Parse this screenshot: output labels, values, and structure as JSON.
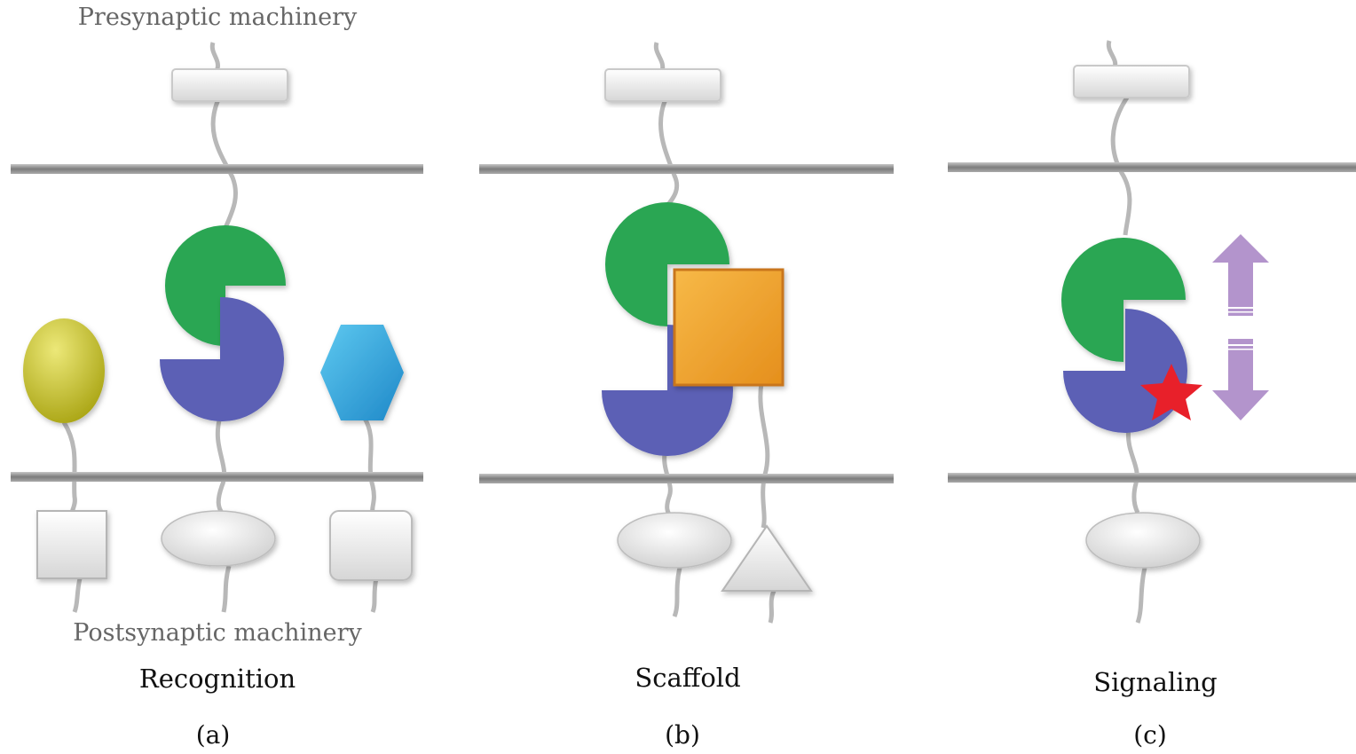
{
  "labels": {
    "presynaptic": "Presynaptic machinery",
    "postsynaptic": "Postsynaptic machinery"
  },
  "panels": [
    {
      "caption": "Recognition",
      "letter": "(a)"
    },
    {
      "caption": "Scaffold",
      "letter": "(b)"
    },
    {
      "caption": "Signaling",
      "letter": "(c)"
    }
  ],
  "colors": {
    "membrane": "#8a8a8a",
    "tether": "#b8b8b8",
    "green": "#2aa653",
    "blue": "#5b60b5",
    "yellow": "#c2bd1c",
    "cyan": "#2ea6d9",
    "orange": "#f0a02a",
    "gray_block": "#e2e2e2",
    "red_star": "#e8202a",
    "purple_arrow": "#b394cc"
  }
}
